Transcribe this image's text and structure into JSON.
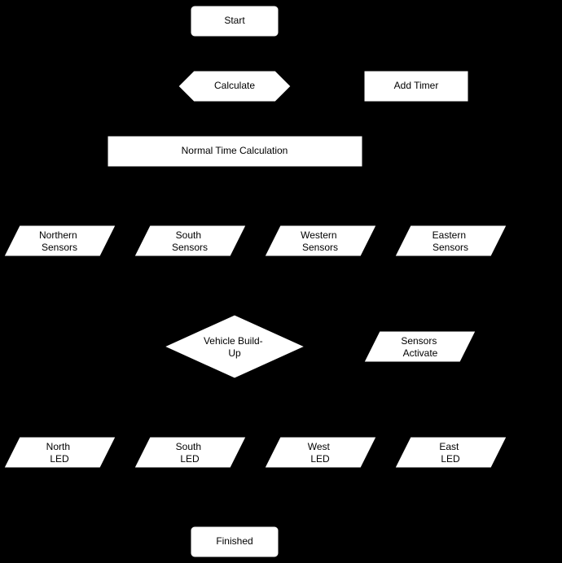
{
  "colors": {
    "background": "#000000",
    "node_fill": "#ffffff",
    "node_stroke": "#000000",
    "text": "#000000"
  },
  "nodes": {
    "start": {
      "shape": "rounded-rectangle",
      "lines": [
        "Start"
      ]
    },
    "calculate": {
      "shape": "hexagon",
      "lines": [
        "Calculate"
      ]
    },
    "add_timer": {
      "shape": "rectangle",
      "lines": [
        "Add Timer"
      ]
    },
    "normal_time": {
      "shape": "rectangle",
      "lines": [
        "Normal Time Calculation"
      ]
    },
    "northern_sensors": {
      "shape": "parallelogram",
      "lines": [
        "Northern",
        "Sensors"
      ]
    },
    "south_sensors": {
      "shape": "parallelogram",
      "lines": [
        "South",
        "Sensors"
      ]
    },
    "western_sensors": {
      "shape": "parallelogram",
      "lines": [
        "Western",
        "Sensors"
      ]
    },
    "eastern_sensors": {
      "shape": "parallelogram",
      "lines": [
        "Eastern",
        "Sensors"
      ]
    },
    "vehicle_buildup": {
      "shape": "diamond",
      "lines": [
        "Vehicle Build-",
        "Up"
      ]
    },
    "sensors_activate": {
      "shape": "parallelogram",
      "lines": [
        "Sensors",
        "Activate"
      ]
    },
    "north_led": {
      "shape": "parallelogram",
      "lines": [
        "North",
        "LED"
      ]
    },
    "south_led": {
      "shape": "parallelogram",
      "lines": [
        "South",
        "LED"
      ]
    },
    "west_led": {
      "shape": "parallelogram",
      "lines": [
        "West",
        "LED"
      ]
    },
    "east_led": {
      "shape": "parallelogram",
      "lines": [
        "East",
        "LED"
      ]
    },
    "finished": {
      "shape": "rounded-rectangle",
      "lines": [
        "Finished"
      ]
    }
  }
}
